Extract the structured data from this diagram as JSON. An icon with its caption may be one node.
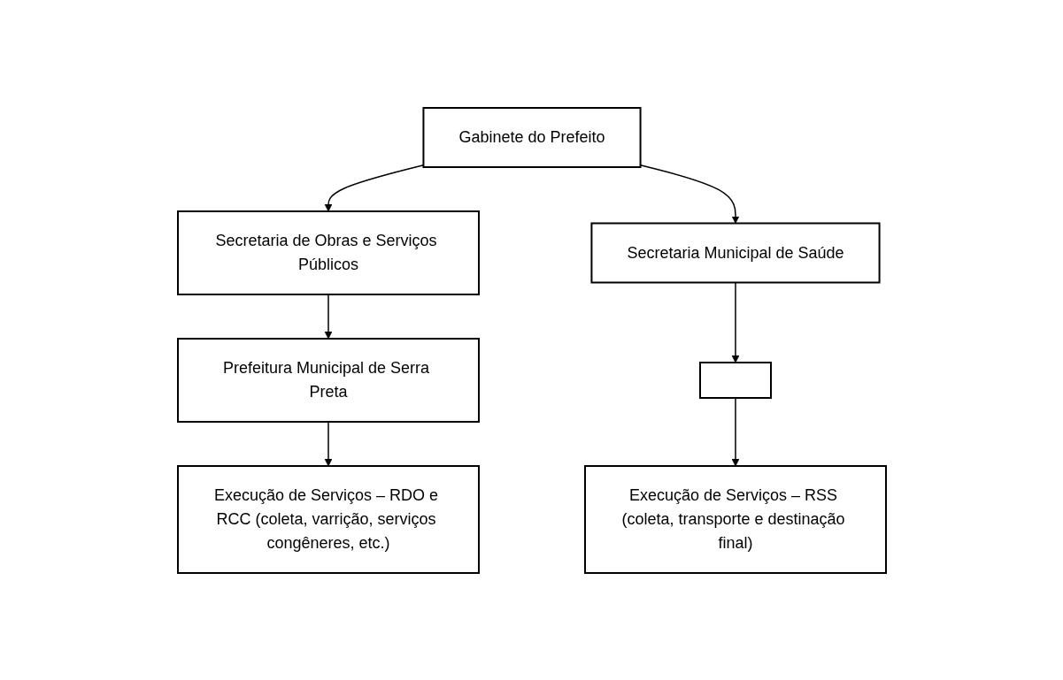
{
  "diagram": {
    "nodes": [
      {
        "text": [
          "Gabinete do Prefeito"
        ]
      },
      {
        "text": [
          "Secretaria de Obras e Serviços Públicos"
        ]
      },
      {
        "text": [
          "Secretaria Municipal de Saúde"
        ]
      },
      {
        "text": [
          "Prefeitura Municipal de Serra Preta"
        ]
      },
      {
        "text": [],
        "shape": "box"
      },
      {
        "text": [
          "Execução de Serviços – RDO e RCC (coleta, varrição, serviços congêneres, etc.)"
        ]
      },
      {
        "text": [
          "Execução de Serviços – RSS (coleta, transporte e destinação final)"
        ]
      }
    ],
    "edges": [
      {
        "from": 0,
        "to": 1,
        "arrow": "to"
      },
      {
        "from": 0,
        "to": 2,
        "arrow": "to"
      },
      {
        "from": 1,
        "to": 3,
        "arrow": "to"
      },
      {
        "from": 3,
        "to": 5,
        "arrow": "to"
      },
      {
        "from": 2,
        "to": 4,
        "arrow": "to"
      },
      {
        "from": 4,
        "to": 6,
        "arrow": "to"
      }
    ]
  }
}
